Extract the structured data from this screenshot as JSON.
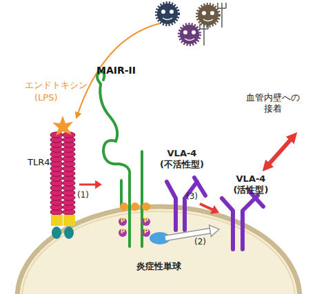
{
  "diagram": {
    "nodes": [
      {
        "text": [
          "MAIR-II"
        ]
      },
      {
        "text": [
          "TLR4"
        ]
      },
      {
        "text": [
          "VLA-4 (不活性型)"
        ]
      },
      {
        "text": [
          "VLA-4 (活性型)"
        ]
      },
      {
        "text": [
          "炎症性単球"
        ]
      }
    ],
    "edges": [
      {
        "from": 1,
        "to": 0,
        "arrow": "to",
        "label": "(1)"
      },
      {
        "from": 0,
        "to": 3,
        "arrow": "to",
        "label": "(2)"
      },
      {
        "from": 2,
        "to": 3,
        "arrow": "to",
        "label": "(3)"
      }
    ],
    "labels": [
      "エンドトキシン",
      "(LPS)",
      "血管内壁への 接着",
      "P",
      "P",
      "P",
      "P"
    ]
  }
}
